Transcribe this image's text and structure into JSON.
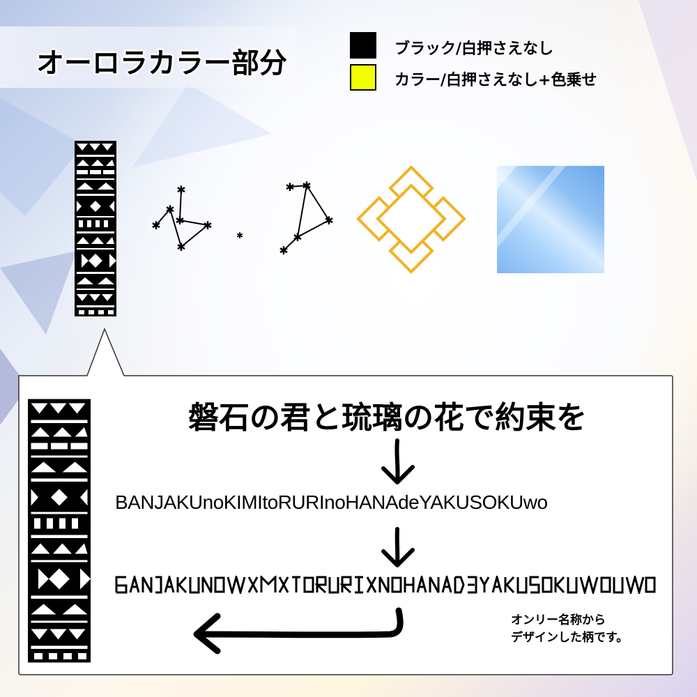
{
  "header": {
    "title": "オーロラカラー部分"
  },
  "legend": {
    "items": [
      {
        "color": "#000000",
        "label": "ブラック/白押さえなし"
      },
      {
        "color": "#f2ff00",
        "label": "カラー/白押さえなし+色乗せ"
      }
    ]
  },
  "icons": {
    "pattern": "tribal-pattern-strip-icon",
    "constellation": "constellation-icon",
    "knot": "diamond-knot-icon",
    "aurora": "aurora-texture-swatch"
  },
  "colors": {
    "knot": "#f0b323",
    "accent_yellow": "#f2ff00"
  },
  "callout": {
    "heading": "磐石の君と琉璃の花で約束を",
    "romaji": "BANJAKUnoKIMItoRURInoHANAdeYAKUSOKUwo",
    "note_line1": "オンリー名称から",
    "note_line2": "デザインした柄です。"
  }
}
